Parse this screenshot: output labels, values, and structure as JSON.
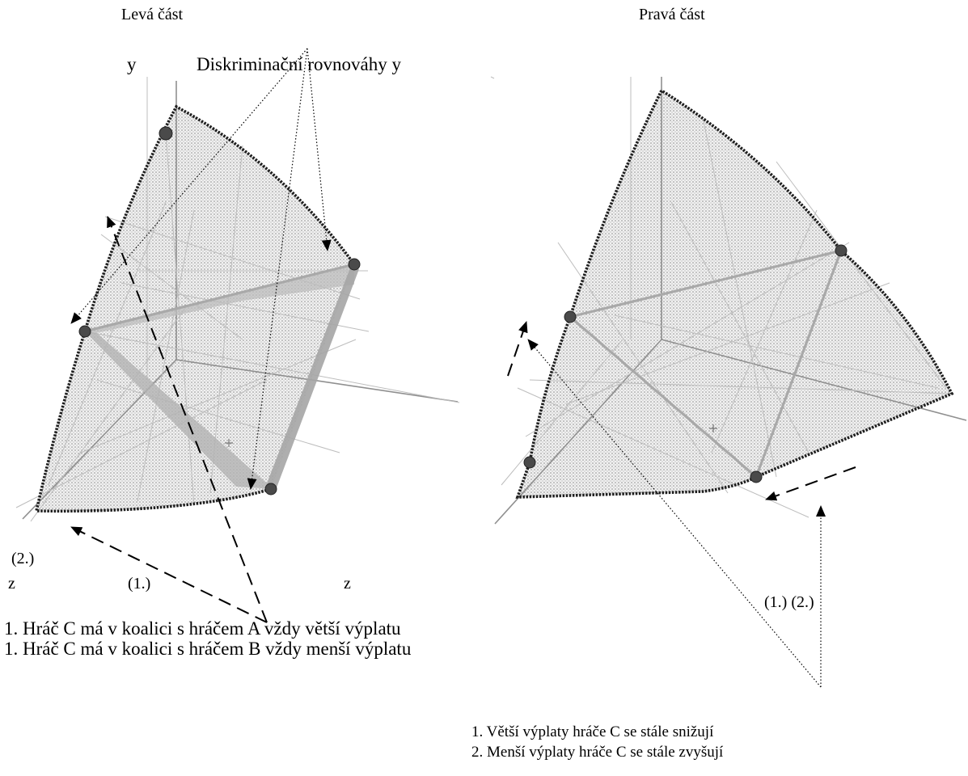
{
  "left": {
    "title": "Levá část",
    "axis_y": "y",
    "callout": "Diskriminační rovnováhy y",
    "marker_2": "(2.)",
    "axis_z_left": "z",
    "marker_1": "(1.)",
    "axis_z_right": "z",
    "notes": [
      "1. Hráč C má v koalici s hráčem A vždy větší výplatu",
      "1. Hráč C má v koalici s hráčem B vždy menší výplatu"
    ]
  },
  "right": {
    "title": "Pravá část",
    "markers": "(1.) (2.)",
    "notes": [
      "1. Větší výplaty hráče C se stále snižují",
      "2. Menší výplaty hráče C se stále zvyšují"
    ]
  },
  "colors": {
    "outline": "#1e1e1e",
    "axis": "#8f8f8f",
    "band": "#a9a9a9",
    "arrow": "#000000"
  }
}
